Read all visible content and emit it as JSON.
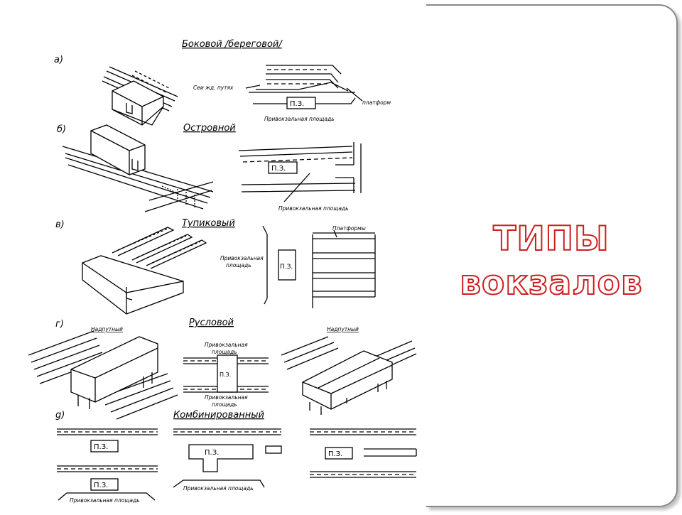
{
  "slide": {
    "title_line1": "ТИПЫ",
    "title_line2": "вокзалов",
    "title_color": "#cc1f1f"
  },
  "diagram": {
    "sections": [
      {
        "marker": "а)",
        "label": "Боковой /береговой/"
      },
      {
        "marker": "б)",
        "label": "Островной"
      },
      {
        "marker": "в)",
        "label": "Тупиковый"
      },
      {
        "marker": "г)",
        "label": "Русловой"
      },
      {
        "marker": "g)",
        "label": "Комбинированный"
      }
    ],
    "building_code": "П.З.",
    "annotations": {
      "tracks": "Сеи жд. путях",
      "platform": "платформ",
      "platforms": "Платформы",
      "station_square": "Привокзальная площадь",
      "station_square_stacked_1": "Привокзальная",
      "station_square_stacked_2": "площадь",
      "overpass": "Надпутный",
      "overpass_2": "Надпутный"
    }
  }
}
